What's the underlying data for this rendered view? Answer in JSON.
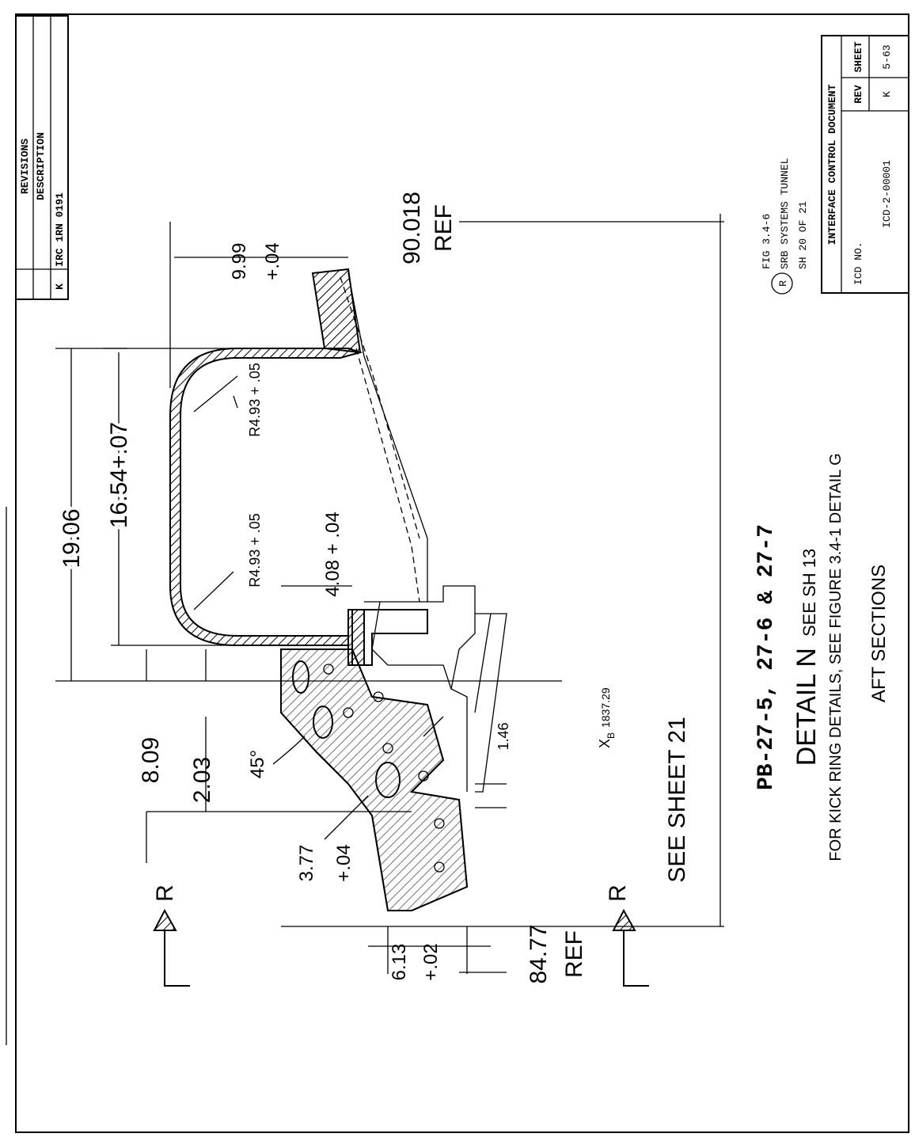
{
  "revisions": {
    "title": "REVISIONS",
    "description_header": "DESCRIPTION",
    "rev": "K",
    "entry": "IRC 1RN 0191"
  },
  "dimensions": {
    "d1906": "19.06",
    "d1654": "16.54+.07",
    "r493a": "R4.93 + .05",
    "r493b": "R4.93 + .05",
    "d408": "4.08 + .04",
    "d999": "9.99",
    "d999tol": "+.04",
    "d90018": "90.018",
    "d90018ref": "REF",
    "d809": "8.09",
    "d203": "2.03",
    "angle": "45°",
    "xb": "X",
    "xb_sub": "B",
    "xb_val": "1837.29",
    "d146": "1.46",
    "d377": "3.77",
    "d377tol": "+.04",
    "d8477": "84.77",
    "d8477ref": "REF",
    "d613": "6.13",
    "d613tol": "+.02"
  },
  "section_marks": {
    "left": "R",
    "right": "R"
  },
  "see_sheet": "SEE SHEET 21",
  "caption": {
    "parts": "PB-27-5,  27-6 & 27-7",
    "detail": "DETAIL N",
    "detail_ref": "SEE SH 13",
    "note": "FOR KICK RING DETAILS, SEE FIGURE 3.4-1 DETAIL G",
    "section": "AFT SECTIONS"
  },
  "figure_info": {
    "rev_mark": "R",
    "fig": "FIG 3.4-6",
    "title": "SRB SYSTEMS TUNNEL",
    "sheet": "SH 20 OF 21"
  },
  "title_block": {
    "heading": "INTERFACE CONTROL DOCUMENT",
    "icd_label": "ICD NO.",
    "icd_value": "ICD-2-00001",
    "rev_label": "REV",
    "rev_value": "K",
    "sheet_label": "SHEET",
    "sheet_value": "5-63"
  }
}
